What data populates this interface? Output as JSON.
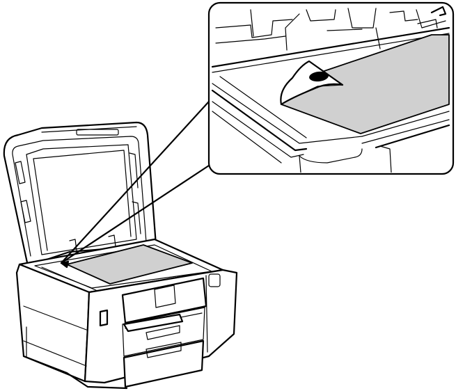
{
  "colors": {
    "line": "#000000",
    "document": "#d0d0d0",
    "background": "#ffffff",
    "mark": "#000000"
  },
  "icons": [
    "printer-illustration",
    "scanner-lid",
    "scanner-glass",
    "document-sheet",
    "document-corner-mark",
    "magnified-callout"
  ]
}
